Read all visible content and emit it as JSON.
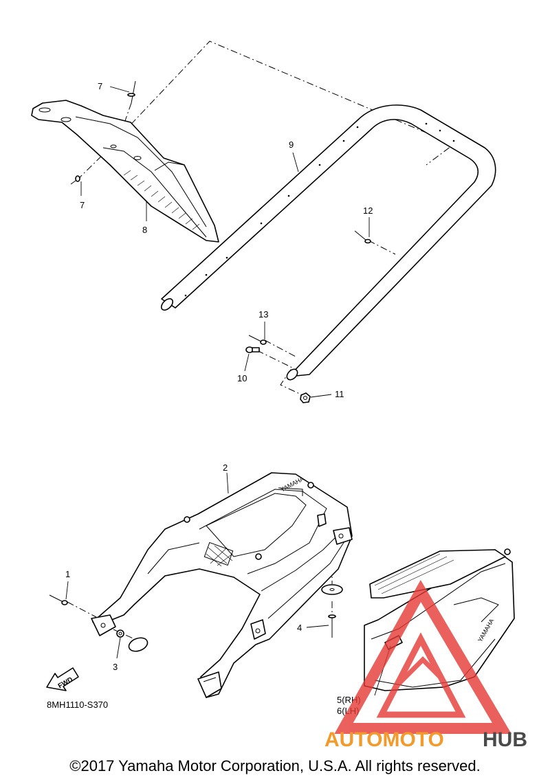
{
  "diagram": {
    "labels": {
      "p1": "1",
      "p2": "2",
      "p3": "3",
      "p4": "4",
      "p5": "5(RH)",
      "p6": "6(LH)",
      "p7a": "7",
      "p7b": "7",
      "p8": "8",
      "p9": "9",
      "p10": "10",
      "p11": "11",
      "p12": "12",
      "p13": "13"
    },
    "fwd_label": "FWD",
    "diagram_code": "8MH1110-S370",
    "copyright": "©2017 Yamaha Motor Corporation, U.S.A. All rights reserved.",
    "brand_embossing": "YAMAHA"
  },
  "watermark": {
    "word_a": "AUTOMOTO",
    "word_b": "HUB",
    "color_a": "#f39a2b",
    "color_b": "#4a4a4a",
    "logo_color": "#e53935"
  }
}
